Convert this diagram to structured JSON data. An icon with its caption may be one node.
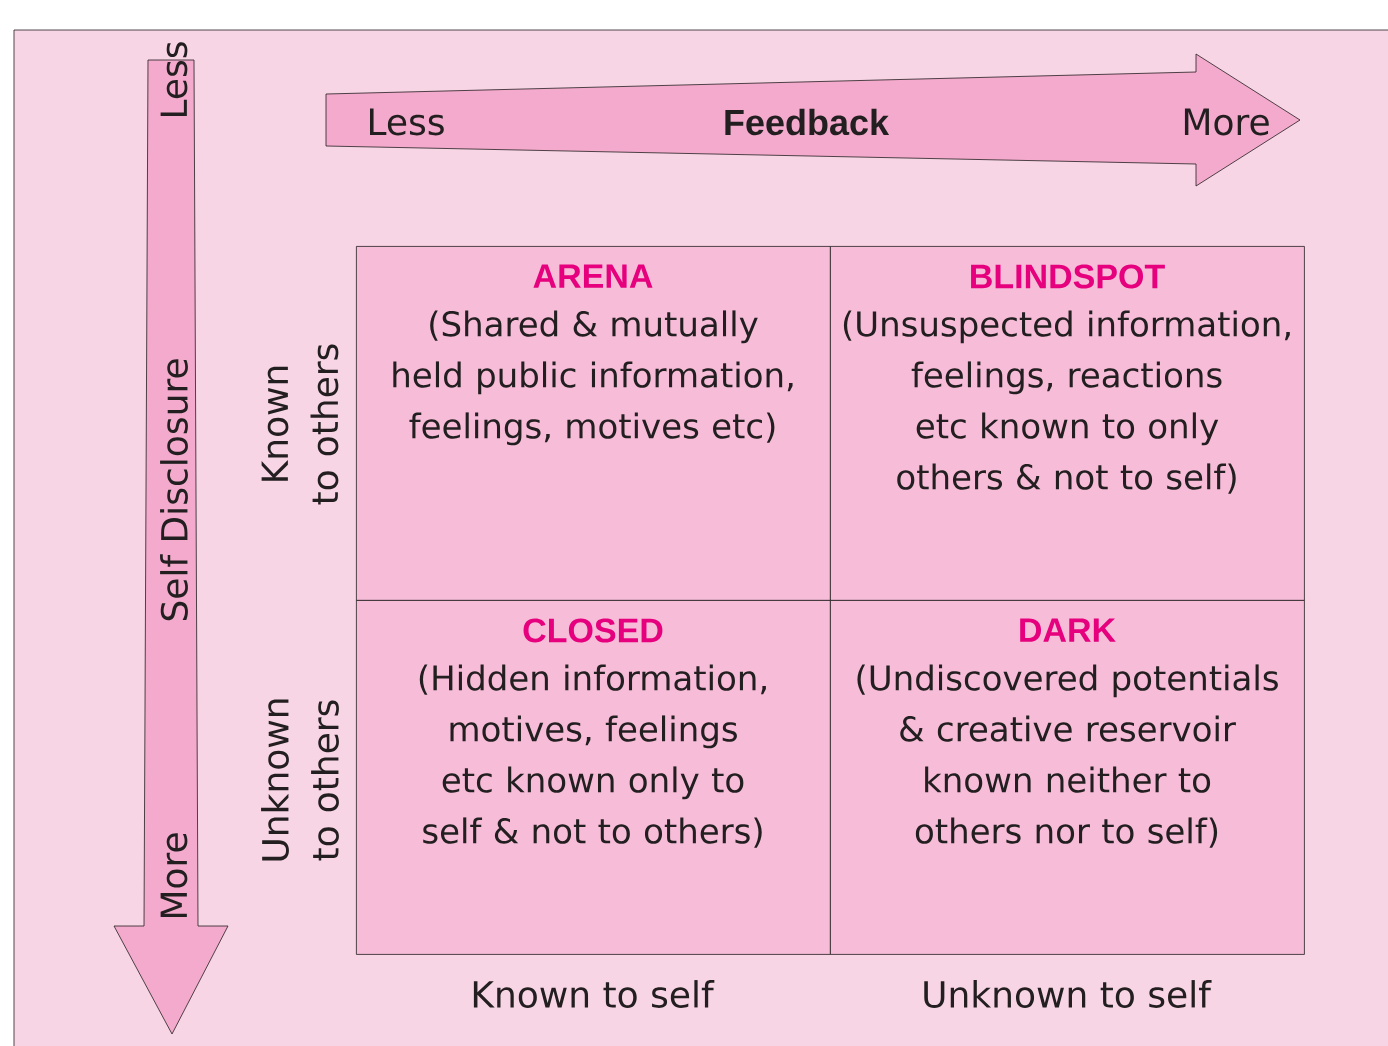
{
  "diagram": {
    "nodes": [
      {
        "text": [
          "ARENA",
          "(Shared & mutually held public information, feelings, motives etc)"
        ]
      },
      {
        "text": [
          "BLINDSPOT",
          "(Unsuspected information, feelings, reactions etc known to only others & not to self)"
        ]
      },
      {
        "text": [
          "CLOSED",
          "(Hidden information, motives, feelings etc known only to self & not to others)"
        ]
      },
      {
        "text": [
          "DARK",
          "(Undiscovered potentials & creative reservoir known neither to others nor to self)"
        ]
      }
    ],
    "labels": [
      "Less",
      "Feedback",
      "More",
      "Less",
      "Self Disclosure",
      "More",
      "Known to others",
      "Unknown to others",
      "Known to self",
      "Unknown to self"
    ]
  }
}
